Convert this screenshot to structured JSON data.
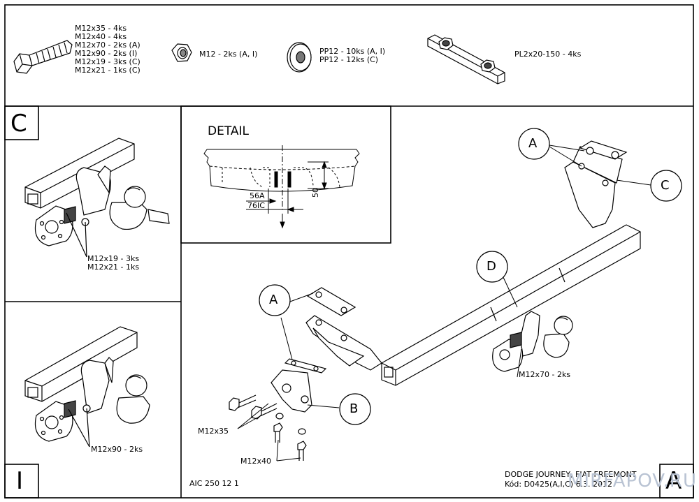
{
  "hardware": {
    "bolts": [
      "M12x35 - 4ks",
      "M12x40 - 4ks",
      "M12x70 - 2ks (A)",
      "M12x90 - 2ks (I)",
      "M12x19 - 3ks (C)",
      "M12x21 - 1ks (C)"
    ],
    "nut": "M12 - 2ks (A, I)",
    "washers": [
      "PP12 - 10ks (A, I)",
      "PP12 - 12ks (C)"
    ],
    "plate": "PL2x20-150 - 4ks"
  },
  "panel_c": {
    "letter": "C",
    "bolts": [
      "M12x19 - 3ks",
      "M12x21 - 1ks"
    ]
  },
  "panel_i": {
    "letter": "I",
    "bolts": "M12x90 - 2ks"
  },
  "detail": {
    "title": "DETAIL",
    "dim_a": "56A",
    "dim_b": "76IC",
    "dim_c": "50"
  },
  "main": {
    "callout_a_top": "A",
    "callout_c": "C",
    "callout_d": "D",
    "callout_a_left": "A",
    "callout_b": "B",
    "label_m12x70": "M12x70 - 2ks",
    "label_m12x35": "M12x35",
    "label_m12x40": "M12x40"
  },
  "footer": {
    "code": "AIC 250 12 1",
    "vehicle": "DODGE JOURNEY, FIAT FREEMONT",
    "kod": "Kód: D0425(A,I,C)   6.3. 2012",
    "corner_letter": "A",
    "watermark": "MIRFAPOV.RU"
  }
}
